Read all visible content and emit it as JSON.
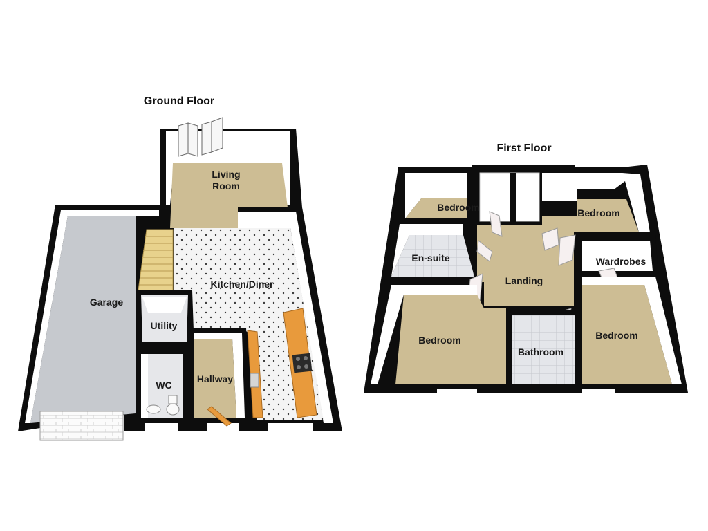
{
  "ground_floor": {
    "title": "Ground Floor",
    "rooms": {
      "living_room": [
        "Living",
        "Room"
      ],
      "kitchen_diner": "Kitchen/Diner",
      "garage": "Garage",
      "utility": "Utility",
      "wc": "WC",
      "hallway": "Hallway"
    }
  },
  "first_floor": {
    "title": "First Floor",
    "rooms": {
      "bedroom_top_left": "Bedroom",
      "bedroom_top_right": "Bedroom",
      "en_suite": "En-suite",
      "landing": "Landing",
      "wardrobes": "Wardrobes",
      "bedroom_bottom_left": "Bedroom",
      "bathroom": "Bathroom",
      "bedroom_bottom_right": "Bedroom"
    }
  },
  "colors": {
    "carpet": "#cdbd94",
    "tile": "#f2f2f2",
    "garage_floor": "#c9cbd0",
    "wall": "#0d0d0d",
    "worktop": "#e89a3c",
    "stairs": "#e8d28c"
  }
}
